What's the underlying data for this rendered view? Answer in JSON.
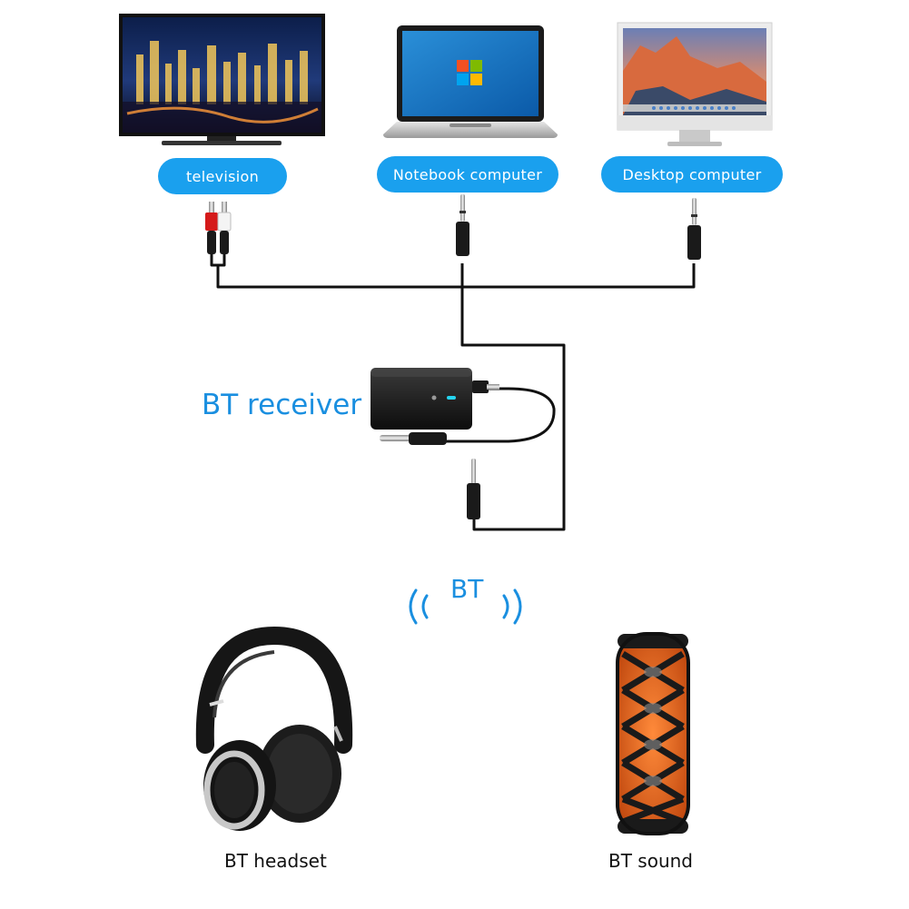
{
  "devices": {
    "television": "television",
    "notebook": "Notebook computer",
    "desktop": "Desktop computer"
  },
  "receiver_label": "BT receiver",
  "bt_label": "BT",
  "outputs": {
    "headset": "BT headset",
    "sound": "BT sound"
  },
  "colors": {
    "accent": "#1aa0ee",
    "cable": "#111111",
    "signal": "#1a8fe0"
  }
}
